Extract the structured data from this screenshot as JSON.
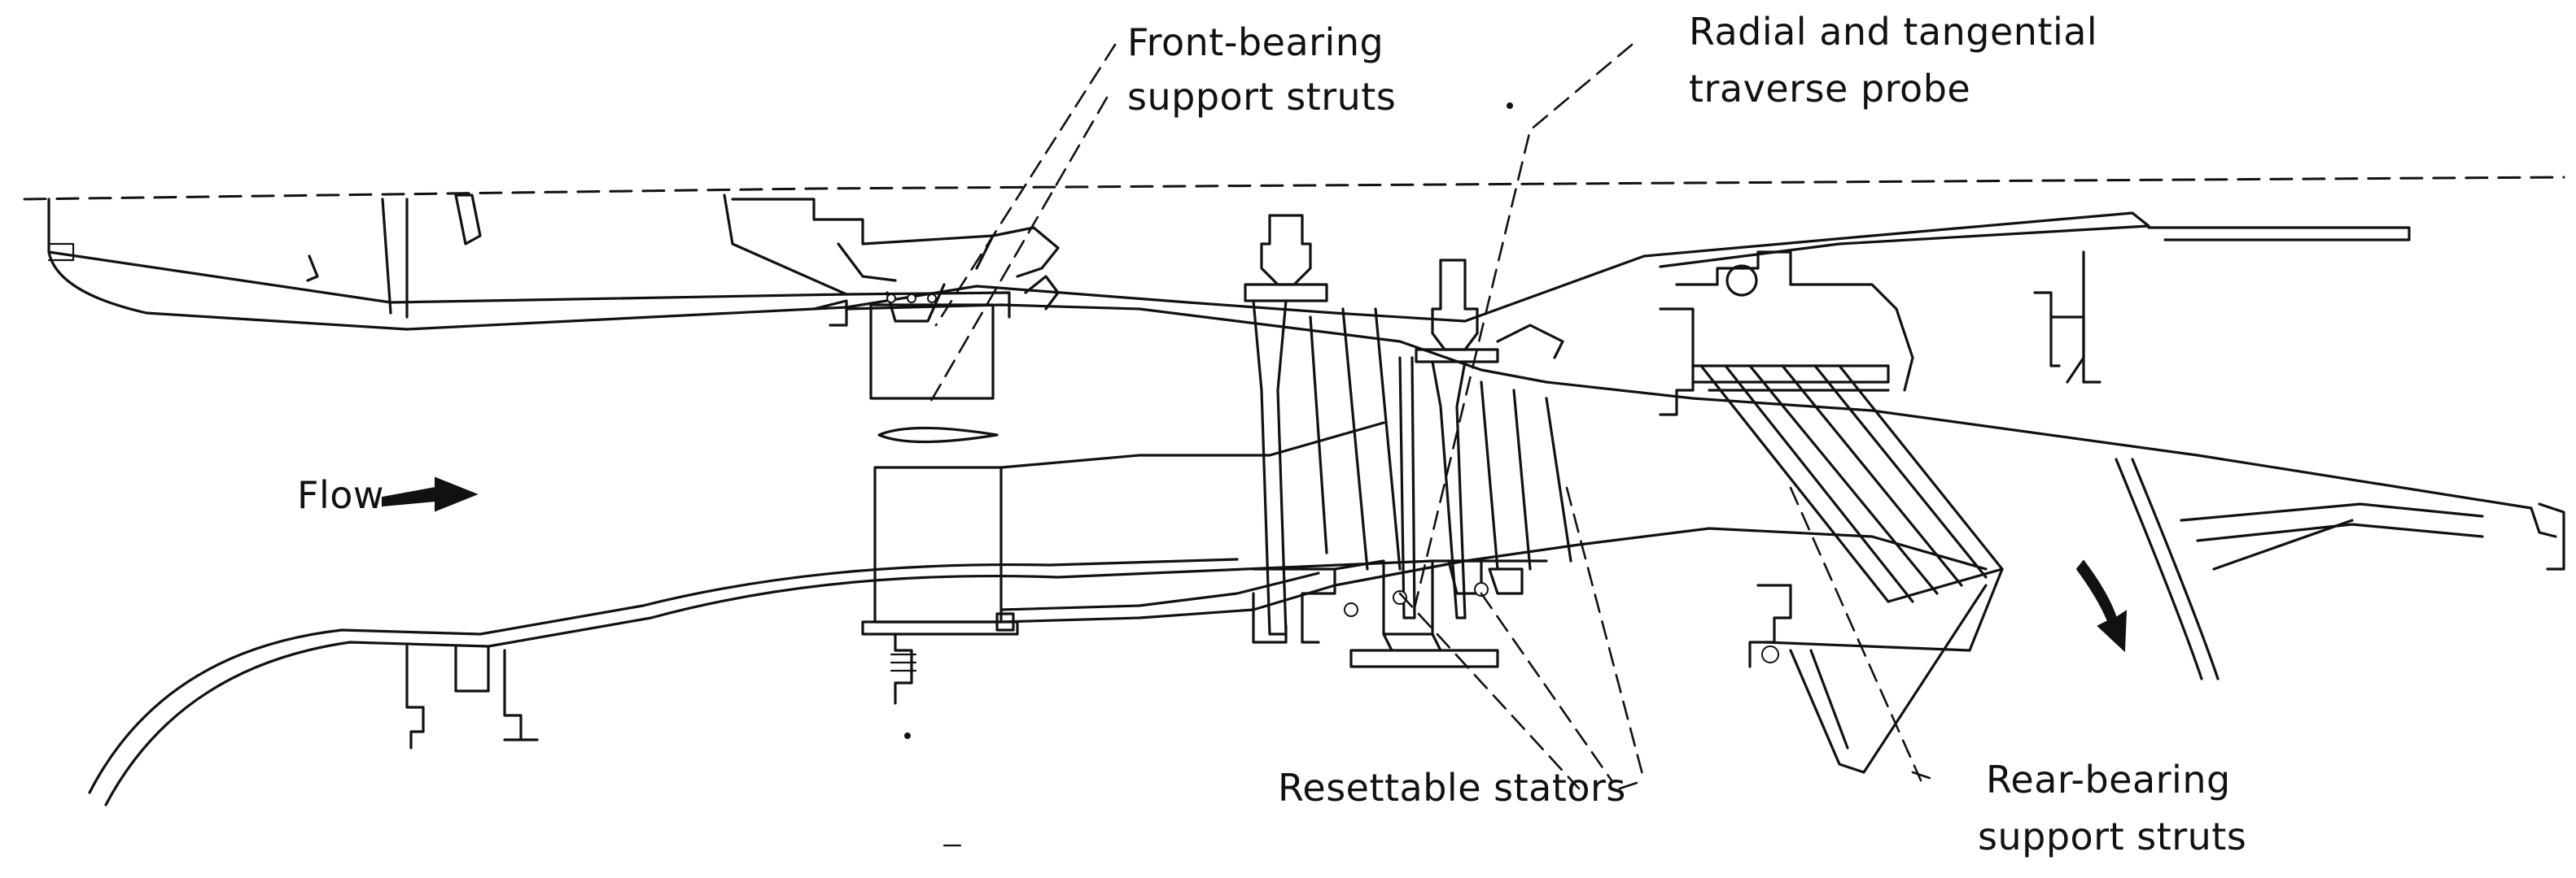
{
  "labels": {
    "front_bearing_line1": "Front-bearing",
    "front_bearing_line2": "support struts",
    "radial_probe_line1": "Radial and tangential",
    "radial_probe_line2": "traverse probe",
    "flow": "Flow",
    "resettable_stators": "Resettable stators",
    "rear_bearing_line1": "Rear-bearing",
    "rear_bearing_line2": "support struts"
  }
}
